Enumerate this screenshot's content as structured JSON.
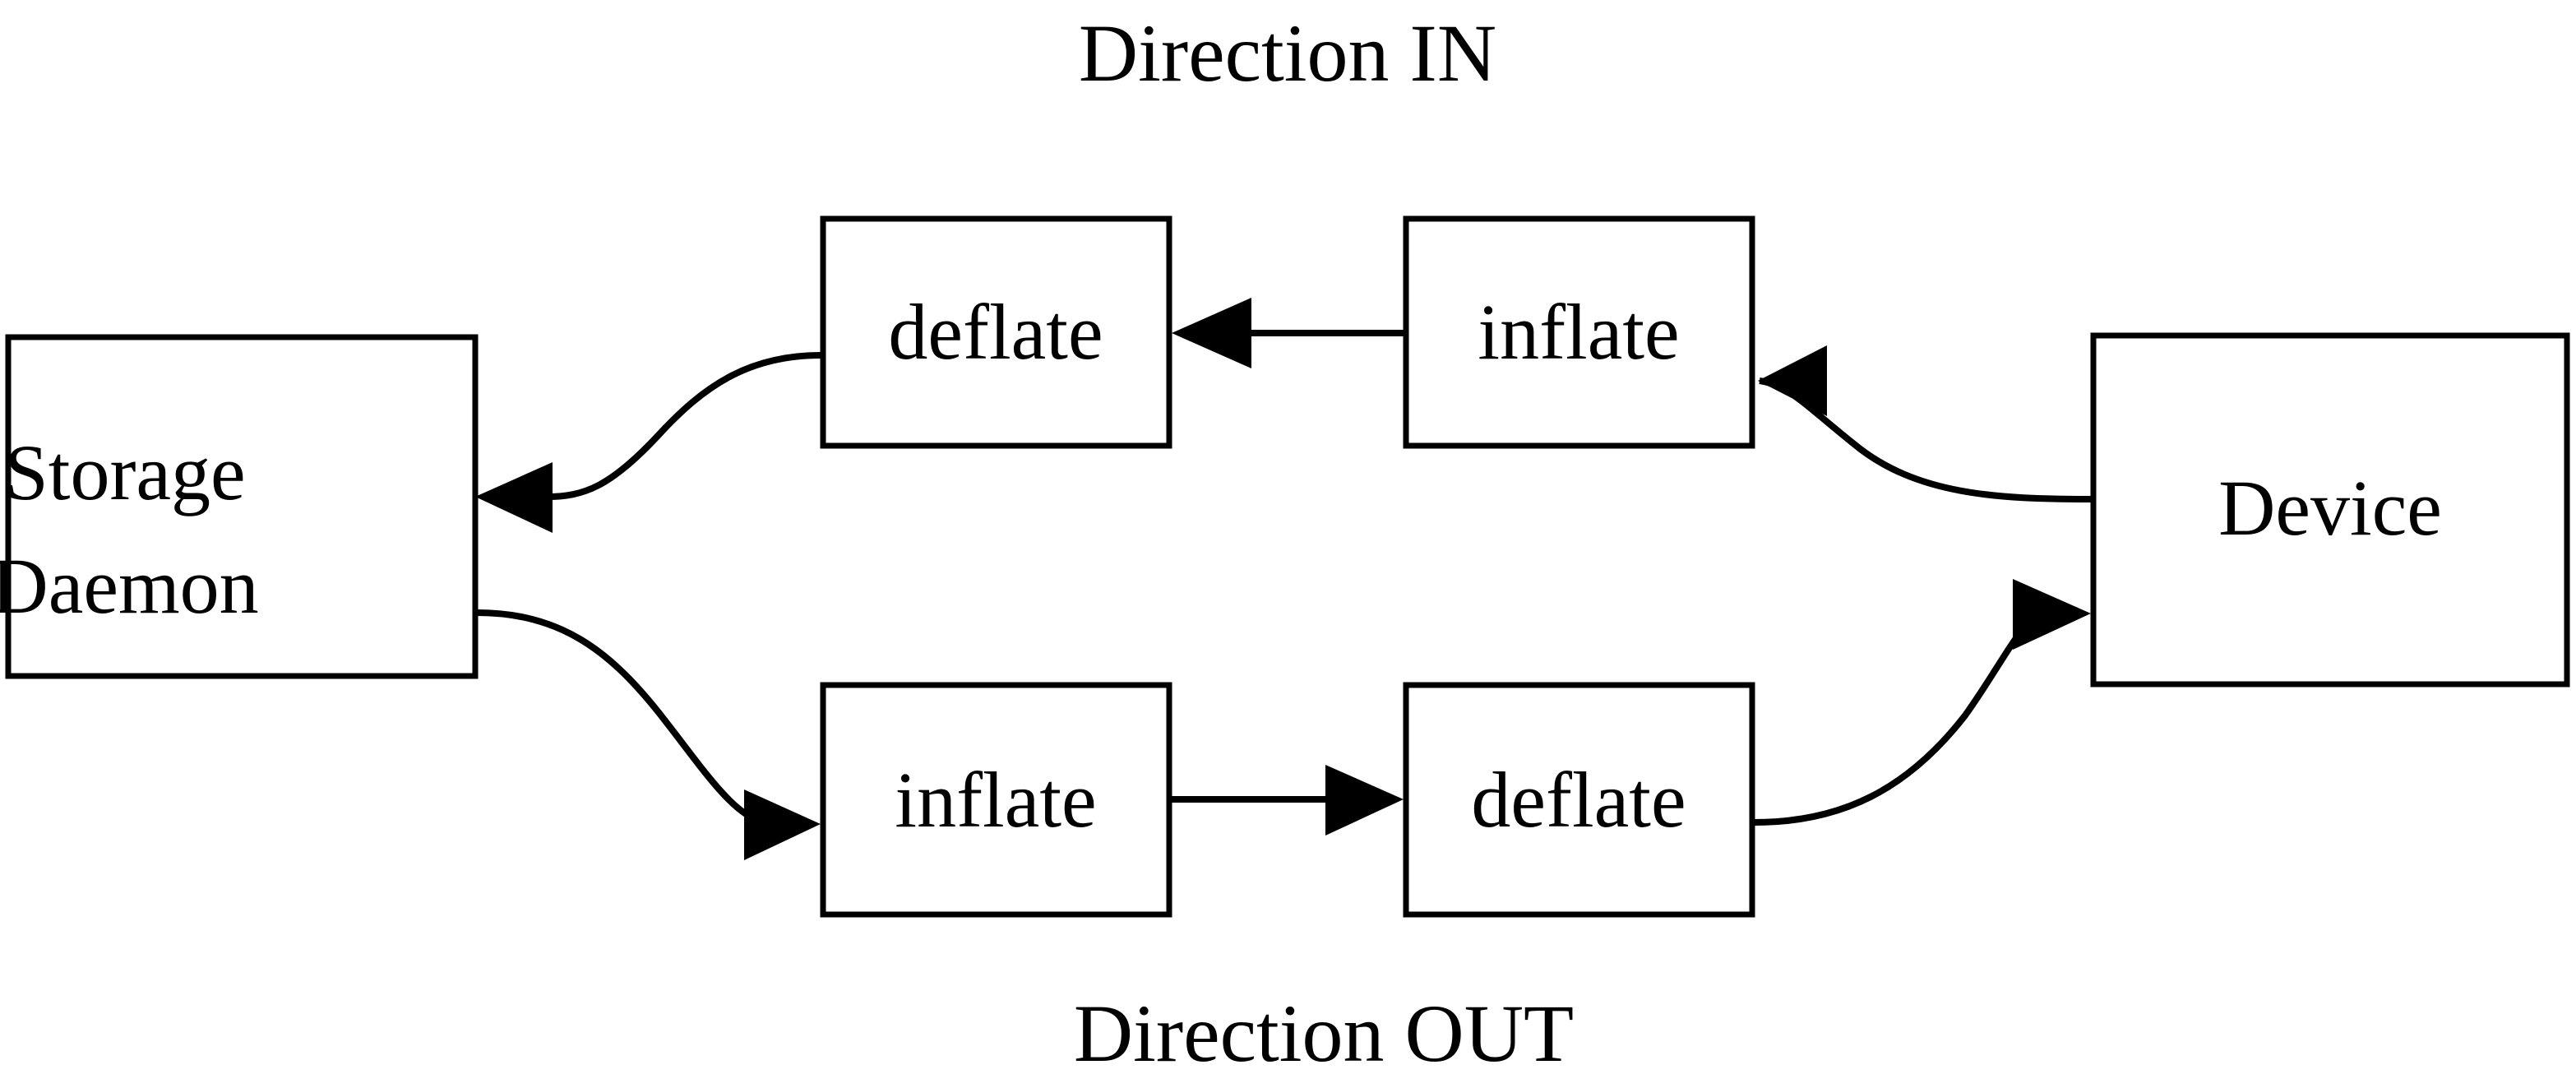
{
  "diagram": {
    "title_top": "Direction IN",
    "title_bottom": "Direction OUT",
    "background_color": "#ffffff",
    "stroke_color": "#000000",
    "nodes": [
      {
        "id": "storage-daemon",
        "label_line1": "Storage",
        "label_line2": "Daemon"
      },
      {
        "id": "deflate-in",
        "label": "deflate"
      },
      {
        "id": "inflate-in",
        "label": "inflate"
      },
      {
        "id": "device",
        "label": "Device"
      },
      {
        "id": "inflate-out",
        "label": "inflate"
      },
      {
        "id": "deflate-out",
        "label": "deflate"
      }
    ],
    "edges": [
      {
        "from": "device",
        "to": "inflate-in",
        "style": "curved",
        "direction": "left"
      },
      {
        "from": "inflate-in",
        "to": "deflate-in",
        "style": "straight",
        "direction": "left"
      },
      {
        "from": "deflate-in",
        "to": "storage-daemon",
        "style": "curved",
        "direction": "left"
      },
      {
        "from": "storage-daemon",
        "to": "inflate-out",
        "style": "curved",
        "direction": "right"
      },
      {
        "from": "inflate-out",
        "to": "deflate-out",
        "style": "straight",
        "direction": "right"
      },
      {
        "from": "deflate-out",
        "to": "device",
        "style": "curved",
        "direction": "right"
      }
    ]
  }
}
